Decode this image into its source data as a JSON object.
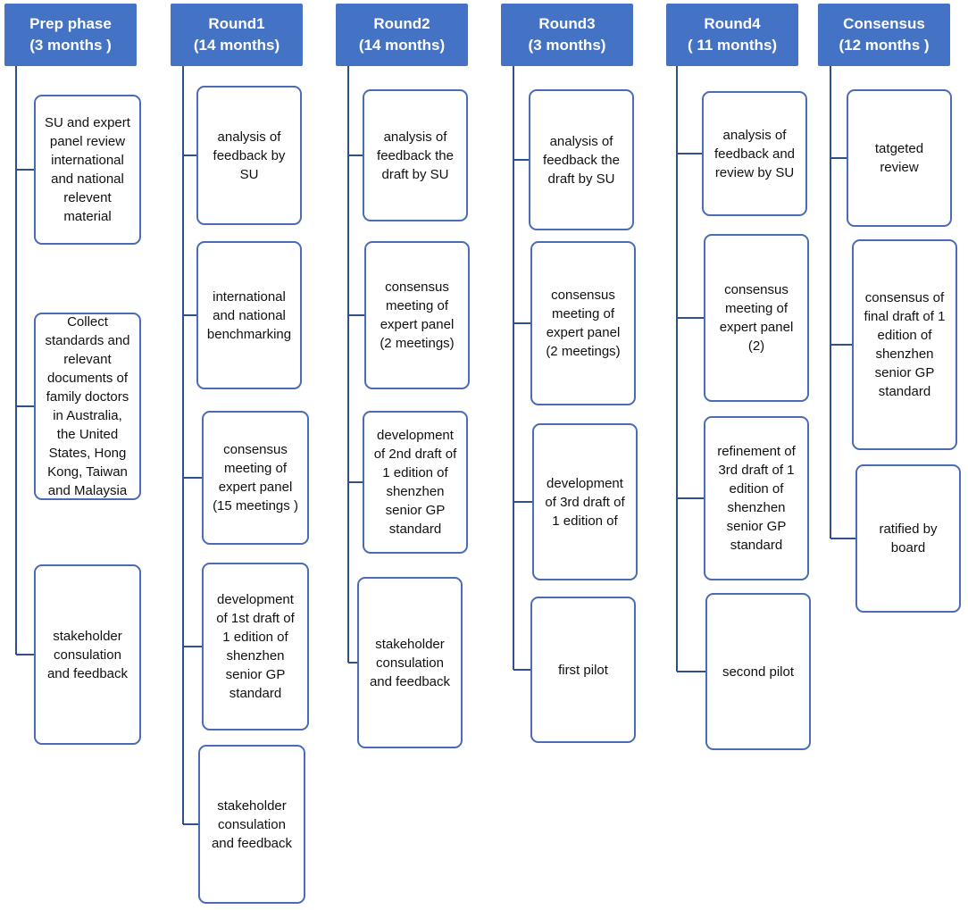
{
  "colors": {
    "header_fill": "#4472c4",
    "header_text": "#ffffff",
    "node_border": "#4a6bb5",
    "connector": "#2f4f8f"
  },
  "columns": [
    {
      "title": "Prep phase",
      "duration": "(3 months )",
      "items": [
        "SU and expert\npanel review\ninternational\nand national\nrelevent\nmaterial",
        "Collect\nstandards and\nrelevant\ndocuments of\nfamily doctors\nin Australia,\nthe United\nStates, Hong\nKong, Taiwan\nand Malaysia",
        "stakeholder\nconsulation\nand feedback"
      ]
    },
    {
      "title": "Round1",
      "duration": "(14 months)",
      "items": [
        "analysis of\nfeedback by\nSU",
        "international\nand national\nbenchmarking",
        "consensus\nmeeting of\nexpert panel\n(15 meetings )",
        "development\nof 1st draft of\n1 edition of\nshenzhen\nsenior  GP\nstandard",
        "stakeholder\nconsulation\nand feedback"
      ]
    },
    {
      "title": "Round2",
      "duration": "(14 months)",
      "items": [
        "analysis of\nfeedback  the\ndraft  by SU",
        "consensus\nmeeting of\nexpert panel\n(2 meetings)",
        "development\nof 2nd draft of\n1 edition of\nshenzhen\nsenior  GP\nstandard",
        "stakeholder\nconsulation\nand feedback"
      ]
    },
    {
      "title": "Round3",
      "duration": "(3 months)",
      "items": [
        "analysis of\nfeedback  the\ndraft  by SU",
        "consensus\nmeeting of\nexpert panel\n(2 meetings)",
        "development\nof 3rd draft of\n1 edition of",
        "first pilot"
      ]
    },
    {
      "title": "Round4",
      "duration": "( 11 months)",
      "items": [
        "analysis of\nfeedback  and\nreview by SU",
        "consensus\nmeeting of\nexpert panel\n(2)",
        "refinement of\n3rd draft of 1\nedition of\nshenzhen\nsenior  GP\nstandard",
        "second  pilot"
      ]
    },
    {
      "title": "Consensus",
      "duration": "(12 months )",
      "items": [
        "tatgeted\nreview",
        "consensus of\nfinal draft of 1\nedition of\nshenzhen\nsenior  GP\nstandard",
        "ratified by\nboard"
      ]
    }
  ]
}
